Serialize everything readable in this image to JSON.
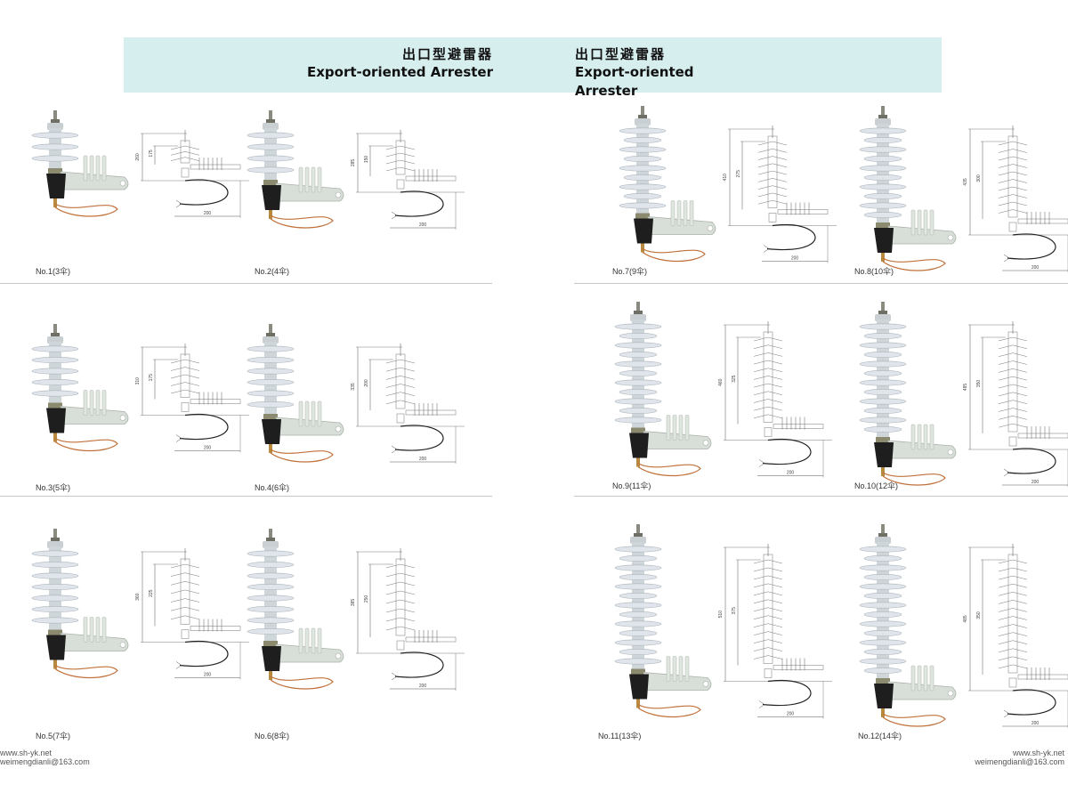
{
  "header": {
    "left": {
      "cn": "出口型避雷器",
      "en": "Export-oriented Arrester"
    },
    "right": {
      "cn": "出口型避雷器",
      "en": "Export-oriented Arrester"
    }
  },
  "products": [
    {
      "label": "No.1(3伞)",
      "sheds": 3,
      "dims": [
        "260",
        "175"
      ],
      "base": "200"
    },
    {
      "label": "No.2(4伞)",
      "sheds": 4,
      "dims": [
        "285",
        "150"
      ],
      "base": "200"
    },
    {
      "label": "No.3(5伞)",
      "sheds": 5,
      "dims": [
        "310",
        "175"
      ],
      "base": "200"
    },
    {
      "label": "No.4(6伞)",
      "sheds": 6,
      "dims": [
        "335",
        "200"
      ],
      "base": "200"
    },
    {
      "label": "No.5(7伞)",
      "sheds": 7,
      "dims": [
        "360",
        "225"
      ],
      "base": "200"
    },
    {
      "label": "No.6(8伞)",
      "sheds": 8,
      "dims": [
        "385",
        "250"
      ],
      "base": "200"
    },
    {
      "label": "No.7(9伞)",
      "sheds": 9,
      "dims": [
        "410",
        "275"
      ],
      "base": "200"
    },
    {
      "label": "No.8(10伞)",
      "sheds": 10,
      "dims": [
        "435",
        "300"
      ],
      "base": "200"
    },
    {
      "label": "No.9(11伞)",
      "sheds": 11,
      "dims": [
        "460",
        "325"
      ],
      "base": "200"
    },
    {
      "label": "No.10(12伞)",
      "sheds": 12,
      "dims": [
        "485",
        "350"
      ],
      "base": "200"
    },
    {
      "label": "No.11(13伞)",
      "sheds": 13,
      "dims": [
        "510",
        "375"
      ],
      "base": "200"
    },
    {
      "label": "No.12(14伞)",
      "sheds": 14,
      "dims": [
        "485",
        "350"
      ],
      "base": "200"
    }
  ],
  "footer": {
    "left": {
      "site": "www.sh-yk.net",
      "email": "weimengdianli@163.com"
    },
    "right": {
      "site": "www.sh-yk.net",
      "email": "weimengdianli@163.com"
    }
  },
  "colors": {
    "banner": "#d7eeef",
    "shed": "#dfe5ea",
    "bracket": "#d8dfd8",
    "base_black": "#1e1e1e",
    "wire_copper": "#c0703a",
    "metal": "#8a8a80"
  }
}
